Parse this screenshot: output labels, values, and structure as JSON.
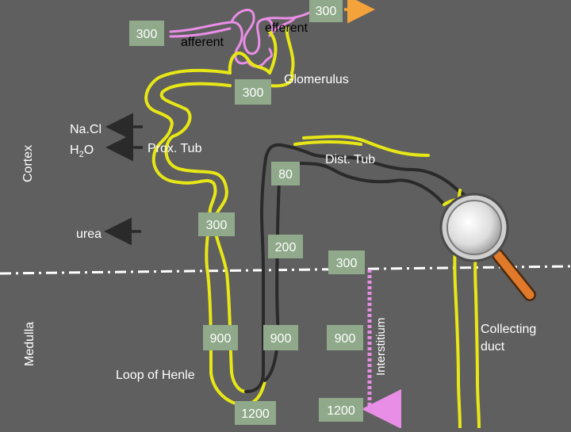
{
  "labels": {
    "cortex": "Cortex",
    "medulla": "Medulla",
    "afferent": "afferent",
    "efferent": "efferent",
    "glomerulus": "Glomerulus",
    "nacl": "Na.Cl",
    "h2o_h": "H",
    "h2o_sub": "2",
    "h2o_o": "O",
    "urea": "urea",
    "prox_tub": "Prox. Tub",
    "dist_tub": "Dist. Tub",
    "loop_of_henle": "Loop of Henle",
    "interstitium": "Interstitium",
    "collecting_duct_1": "Collecting",
    "collecting_duct_2": "duct"
  },
  "osmolarity": {
    "afferent_in": "300",
    "efferent_out": "300",
    "glomerulus": "300",
    "prox_tub_end": "300",
    "dist_tub": "80",
    "ascending": "200",
    "interstitium_cortex": "300",
    "descending_deep": "900",
    "ascending_deep": "900",
    "interstitium_deep": "900",
    "loop_tip": "1200",
    "interstitium_tip": "1200"
  },
  "colors": {
    "background": "#5f5f5f",
    "badge": "#8fa98a",
    "tubule_outline": "#e7e716",
    "ascending_outline": "#2a2a2a",
    "capillary": "#e98ee6",
    "arrow_orange": "#f4a33a",
    "interstitium_arrow": "#e98ee6",
    "boundary_line": "#ffffff",
    "magnifier_handle": "#e07a2a"
  },
  "icons": [
    "arrow-left-icon",
    "arrow-right-icon",
    "magnifier-icon"
  ]
}
